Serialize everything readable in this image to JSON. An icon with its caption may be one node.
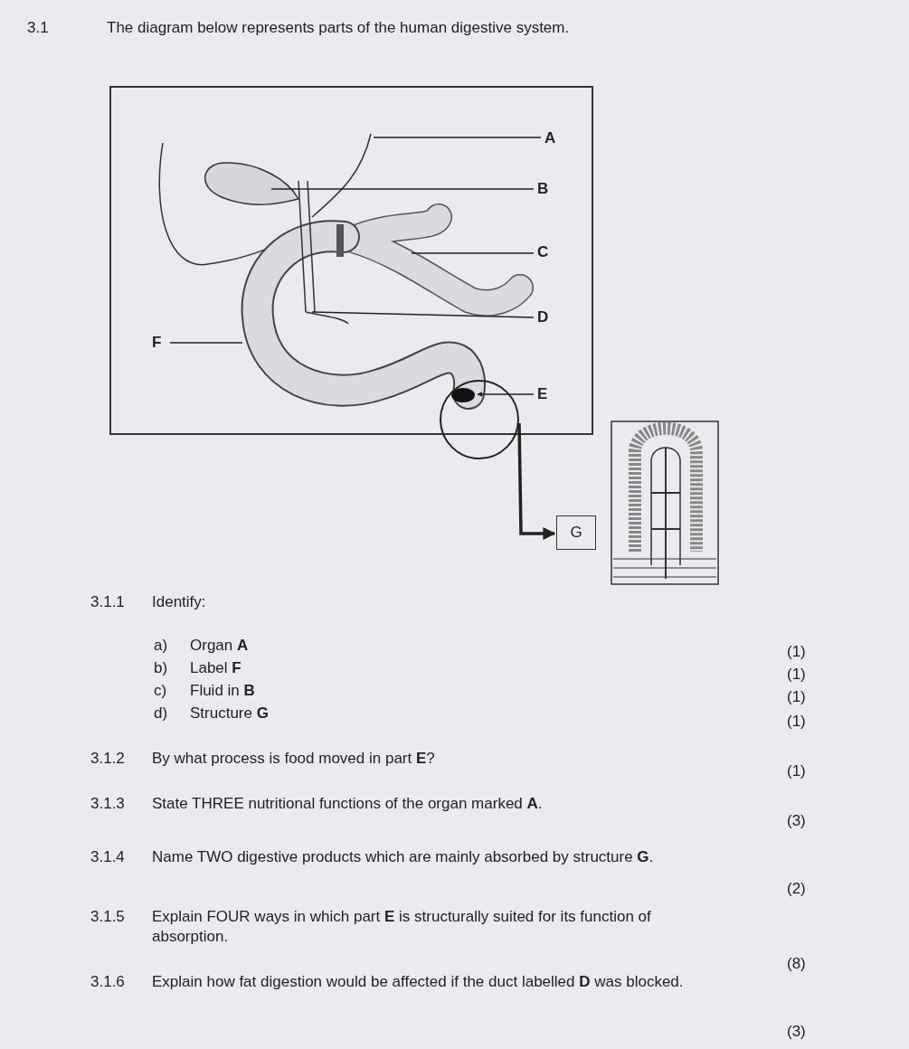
{
  "diagram": {
    "nodes": [
      {
        "text": [
          "A"
        ]
      },
      {
        "text": [
          "B"
        ]
      },
      {
        "text": [
          "C"
        ]
      },
      {
        "text": [
          "D"
        ]
      },
      {
        "text": [
          "E"
        ]
      },
      {
        "text": [
          "F"
        ]
      },
      {
        "text": [],
        "shape": "circle"
      },
      {
        "text": [
          "G"
        ]
      }
    ],
    "edges": [
      {
        "from": 0,
        "to": null,
        "arrow": "none"
      },
      {
        "from": 1,
        "to": null,
        "arrow": "none"
      },
      {
        "from": 2,
        "to": null,
        "arrow": "none"
      },
      {
        "from": 3,
        "to": null,
        "arrow": "none"
      },
      {
        "from": 4,
        "to": 6,
        "arrow": "to"
      },
      {
        "from": 5,
        "to": null,
        "arrow": "none"
      },
      {
        "from": 6,
        "to": 7,
        "arrow": "to",
        "style": "thick"
      }
    ],
    "labels": [
      "3.1",
      "The diagram below represents parts of the human digestive system.",
      "3.1.1",
      "Identify:",
      "a)",
      "Organ **A**",
      "(1)",
      "b)",
      "Label **F**",
      "(1)",
      "c)",
      "Fluid in **B**",
      "(1)",
      "d)",
      "Structure **G**",
      "(1)",
      "3.1.2",
      "By what process is food moved in part **E**?",
      "(1)",
      "3.1.3",
      "State THREE nutritional functions of the organ marked **A**.",
      "(3)",
      "3.1.4",
      "Name TWO digestive products which are mainly absorbed by structure **G**.",
      "(2)",
      "3.1.5",
      "Explain FOUR ways in which part **E** is structurally suited for its function of absorption.",
      "(8)",
      "3.1.6",
      "Explain how fat digestion would be affected if the duct labelled **D** was blocked.",
      "(3)"
    ]
  }
}
